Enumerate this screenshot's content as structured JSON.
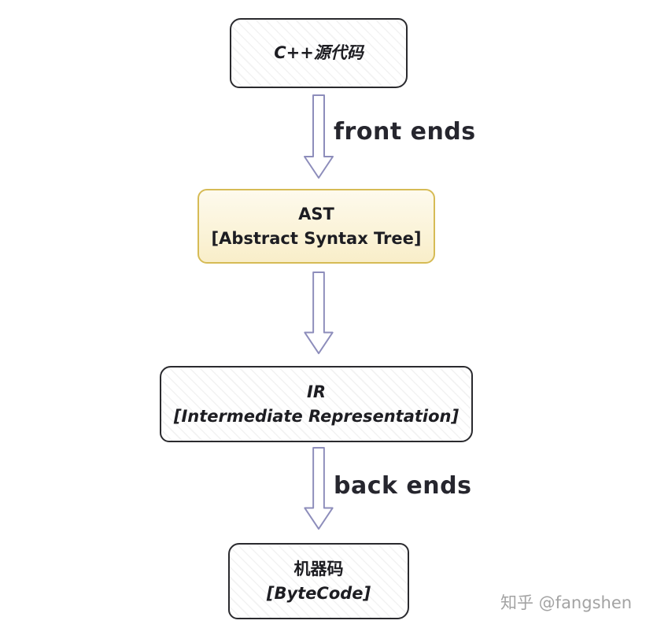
{
  "diagram": {
    "title": "C++ compilation pipeline flowchart",
    "nodes": [
      {
        "id": "source",
        "label": "C++源代码",
        "sublabel": "",
        "style": "plain-hatched"
      },
      {
        "id": "ast",
        "label": "AST",
        "sublabel": "[Abstract Syntax Tree]",
        "style": "highlight-yellow"
      },
      {
        "id": "ir",
        "label": "IR",
        "sublabel": "[Intermediate Representation]",
        "style": "plain-hatched"
      },
      {
        "id": "machine",
        "label": "机器码",
        "sublabel": "[ByteCode]",
        "style": "plain-hatched"
      }
    ],
    "edges": [
      {
        "from": "source",
        "to": "ast",
        "label": "front ends"
      },
      {
        "from": "ast",
        "to": "ir",
        "label": ""
      },
      {
        "from": "ir",
        "to": "machine",
        "label": "back ends"
      }
    ]
  },
  "watermark": "知乎 @fangshen",
  "colors": {
    "highlight_fill": "#fcf4d7",
    "highlight_border": "#d6bb55",
    "box_border": "#2a2a2e",
    "arrow_stroke": "#8d8dbb",
    "edge_label_color": "#26262e",
    "watermark_color": "#a3a3a3"
  }
}
